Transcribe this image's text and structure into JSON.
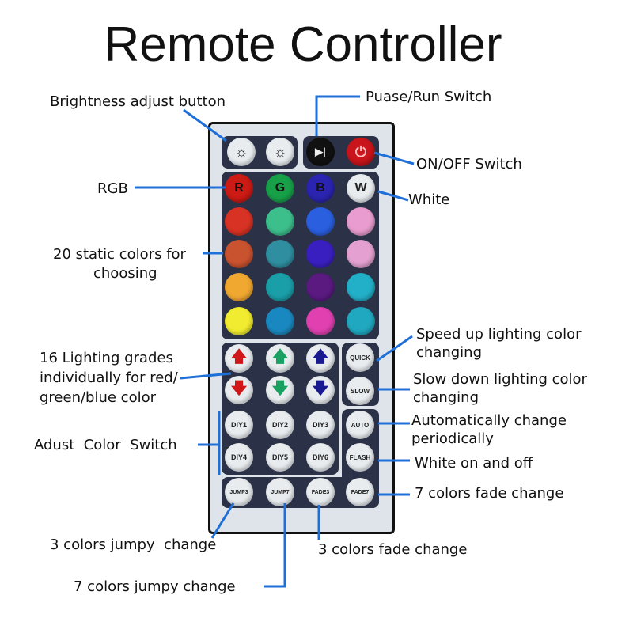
{
  "title": "Remote Controller",
  "labels": {
    "brightness": "Brightness adjust button",
    "pause_run": "Puase/Run Switch",
    "on_off": "ON/OFF Switch",
    "rgb": "RGB",
    "white": "White",
    "static_colors_1": "20 static colors for",
    "static_colors_2": "choosing",
    "grades_1": "16 Lighting grades",
    "grades_2": "individually for red/",
    "grades_3": "green/blue color",
    "adjust": "Adust  Color  Switch",
    "speed_up_1": "Speed up lighting color",
    "speed_up_2": "changing",
    "slow_down_1": "Slow down lighting color",
    "slow_down_2": "changing",
    "auto_1": "Automatically change",
    "auto_2": "periodically",
    "flash": "White on and off",
    "fade7": "7 colors fade change",
    "jump3": "3 colors jumpy  change",
    "fade3": "3 colors fade change",
    "jump7": "7 colors jumpy change"
  },
  "buttons": {
    "r": "R",
    "g": "G",
    "b": "B",
    "w": "W",
    "diy": [
      "DIY1",
      "DIY2",
      "DIY3",
      "DIY4",
      "DIY5",
      "DIY6"
    ],
    "quick": "QUICK",
    "slow": "SLOW",
    "auto": "AUTO",
    "flash": "FLASH",
    "jump3": "JUMP3",
    "jump7": "JUMP7",
    "fade3": "FADE3",
    "fade7": "FADE7"
  },
  "colors": {
    "accent_line": "#1f6fd8",
    "static": [
      [
        "#d83224",
        "#3dbf8c",
        "#2a5fe0",
        "#e89ccf"
      ],
      [
        "#c9522f",
        "#2f8fa0",
        "#3a1fc0",
        "#e3a0d0"
      ],
      [
        "#f0a830",
        "#1a9ea8",
        "#5a1a80",
        "#22b0c8"
      ],
      [
        "#f2ec30",
        "#1a88c0",
        "#e040b0",
        "#20a8c0"
      ]
    ]
  }
}
